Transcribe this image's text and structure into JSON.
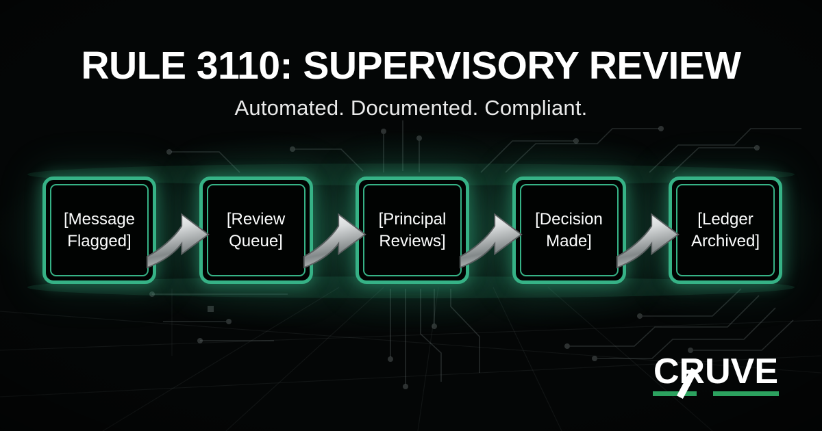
{
  "card": {
    "background_color": "#040606",
    "accent_green": "#36B286",
    "brand_green": "#2CA25F",
    "chrome_silver": "#C9CCCD"
  },
  "header": {
    "title": "RULE 3110: SUPERVISORY REVIEW",
    "subtitle": "Automated. Documented. Compliant."
  },
  "flow": {
    "steps": [
      {
        "label": "[Message Flagged]"
      },
      {
        "label": "[Review Queue]"
      },
      {
        "label": "[Principal Reviews]"
      },
      {
        "label": "[Decision Made]"
      },
      {
        "label": "[Ledger Archived]"
      }
    ],
    "connector_icon": "chrome-swoosh-arrow"
  },
  "brand": {
    "name": "CRUVE"
  }
}
